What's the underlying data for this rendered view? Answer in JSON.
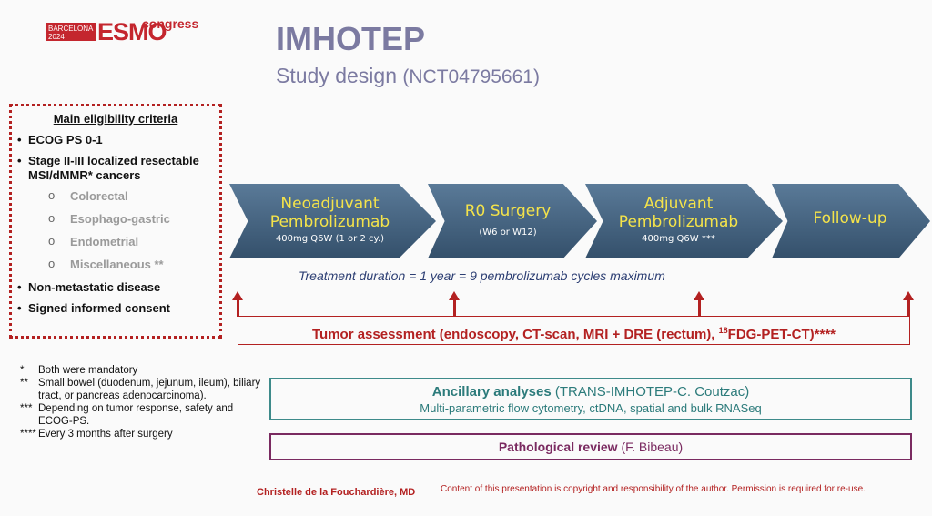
{
  "logo": {
    "city": "BARCELONA",
    "year": "2024",
    "brand": "ESMO",
    "suffix": "congress"
  },
  "title": "IMHOTEP",
  "subtitle": {
    "main": "Study design",
    "id": "(NCT04795661)"
  },
  "eligibility": {
    "heading": "Main eligibility criteria",
    "items": [
      "ECOG PS 0-1",
      "Stage II-III localized resectable MSI/dMMR* cancers",
      "Non-metastatic disease",
      "Signed informed consent"
    ],
    "subitems": [
      "Colorectal",
      "Esophago-gastric",
      "Endometrial",
      "Miscellaneous **"
    ]
  },
  "steps": [
    {
      "main": "Neoadjuvant Pembrolizumab",
      "detail": "400mg Q6W (1 or 2 cy.)"
    },
    {
      "main": "R0 Surgery",
      "detail": "(W6 or W12)"
    },
    {
      "main": "Adjuvant Pembrolizumab",
      "detail": "400mg Q6W ***"
    },
    {
      "main": "Follow-up",
      "detail": ""
    }
  ],
  "duration": "Treatment duration = 1 year  = 9 pembrolizumab cycles maximum",
  "tumor": {
    "text": "Tumor assessment (endoscopy, CT-scan, MRI + DRE (rectum), ",
    "sup": "18",
    "rest": "FDG-PET-CT)****"
  },
  "ancillary": {
    "bold": "Ancillary analyses",
    "rest": " (TRANS-IMHOTEP-C. Coutzac)",
    "line2": "Multi-parametric flow cytometry, ctDNA, spatial and bulk RNASeq"
  },
  "pathology": {
    "bold": "Pathological review",
    "rest": " (F. Bibeau)"
  },
  "footnotes": [
    {
      "k": "*",
      "t": "Both were mandatory"
    },
    {
      "k": "**",
      "t": "Small bowel (duodenum, jejunum, ileum), biliary tract, or pancreas adenocarcinoma)."
    },
    {
      "k": "***",
      "t": "Depending on tumor response, safety and ECOG-PS."
    },
    {
      "k": "****",
      "t": "Every 3 months after surgery"
    }
  ],
  "author": "Christelle de la Fouchardière, MD",
  "copyright": "Content of this presentation is copyright and responsibility of the author. Permission is required for re-use.",
  "colors": {
    "accent_red": "#b32121",
    "arrow_blue": "#4a6a88",
    "teal": "#3d8a8a",
    "plum": "#7a2a60",
    "title_purple": "#7b7aa1"
  }
}
